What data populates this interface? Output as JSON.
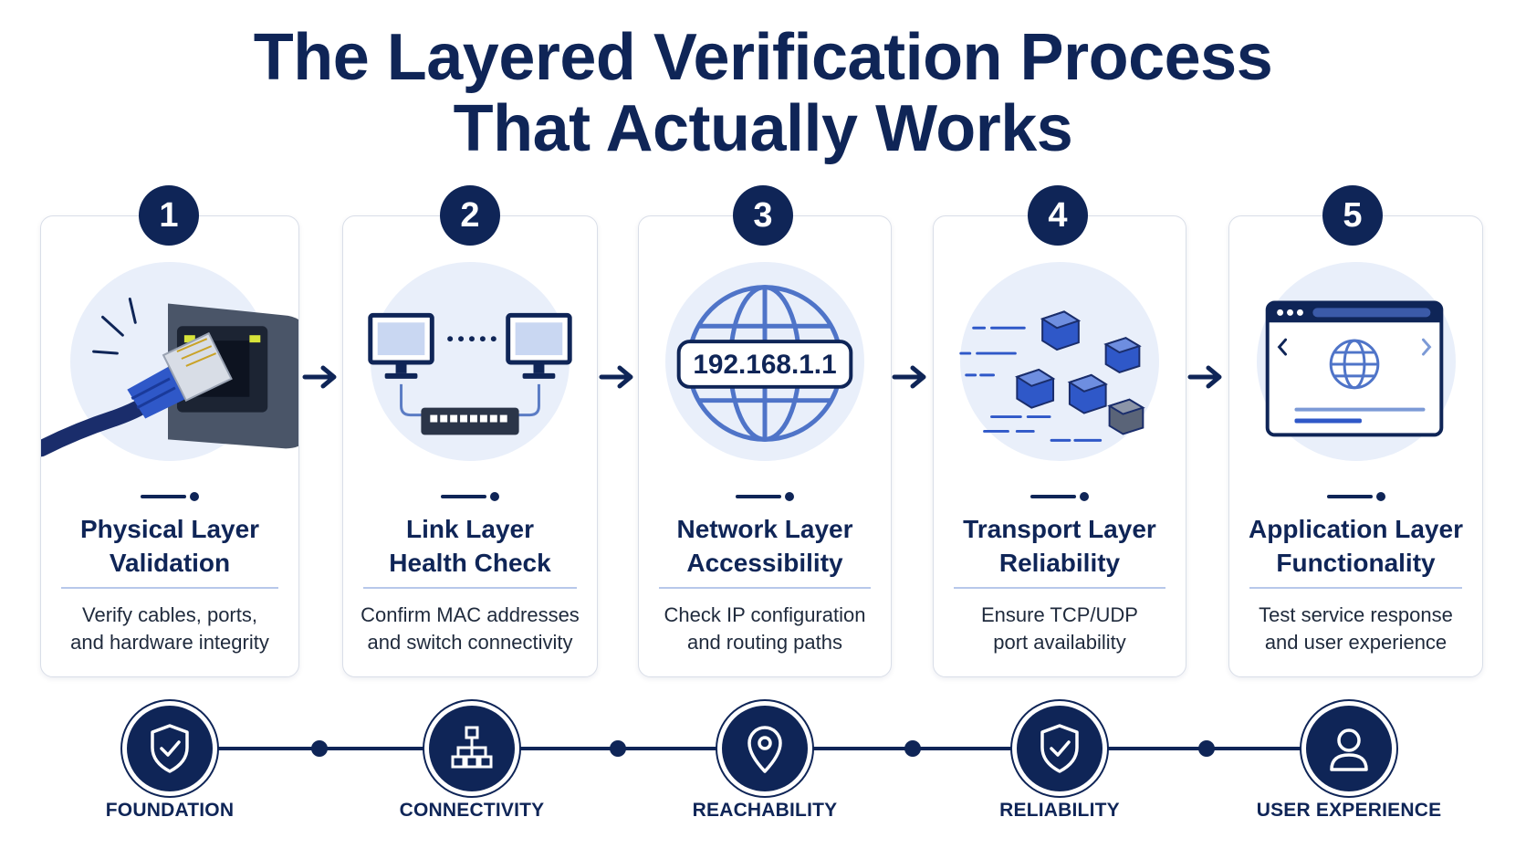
{
  "title": {
    "line1": "The Layered Verification Process",
    "line2": "That Actually Works"
  },
  "colors": {
    "primary": "#0f2557",
    "accent": "#2f58c8",
    "icon_bg": "#e9effa",
    "divider": "#b7c8ea"
  },
  "steps": [
    {
      "number": "1",
      "title": "Physical Layer\nValidation",
      "description": "Verify cables, ports,\nand hardware integrity",
      "icon": "ethernet-cable-icon"
    },
    {
      "number": "2",
      "title": "Link Layer\nHealth Check",
      "description": "Confirm MAC addresses\nand switch connectivity",
      "icon": "network-switch-icon"
    },
    {
      "number": "3",
      "title": "Network Layer\nAccessibility",
      "description": "Check IP configuration\nand routing paths",
      "icon": "globe-ip-icon",
      "ip_label": "192.168.1.1"
    },
    {
      "number": "4",
      "title": "Transport Layer\nReliability",
      "description": "Ensure TCP/UDP\nport availability",
      "icon": "packets-icon"
    },
    {
      "number": "5",
      "title": "Application Layer\nFunctionality",
      "description": "Test service response\nand user experience",
      "icon": "browser-window-icon"
    }
  ],
  "timeline": [
    {
      "label": "FOUNDATION",
      "icon": "shield-check-icon"
    },
    {
      "label": "CONNECTIVITY",
      "icon": "hierarchy-icon"
    },
    {
      "label": "REACHABILITY",
      "icon": "location-pin-icon"
    },
    {
      "label": "RELIABILITY",
      "icon": "shield-check-icon"
    },
    {
      "label": "USER EXPERIENCE",
      "icon": "user-icon"
    }
  ]
}
